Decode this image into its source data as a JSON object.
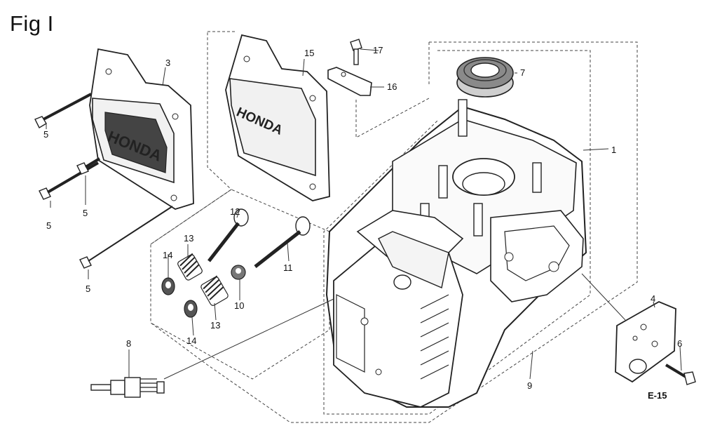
{
  "figure_title": "Fig I",
  "page_ref": "E-15",
  "brand_text": "HONDA",
  "callouts": [
    {
      "label": "1"
    },
    {
      "label": "3"
    },
    {
      "label": "4"
    },
    {
      "label": "5"
    },
    {
      "label": "5"
    },
    {
      "label": "5"
    },
    {
      "label": "5"
    },
    {
      "label": "6"
    },
    {
      "label": "7"
    },
    {
      "label": "8"
    },
    {
      "label": "9"
    },
    {
      "label": "10"
    },
    {
      "label": "11"
    },
    {
      "label": "12"
    },
    {
      "label": "13"
    },
    {
      "label": "13"
    },
    {
      "label": "14"
    },
    {
      "label": "14"
    },
    {
      "label": "15"
    },
    {
      "label": "16"
    },
    {
      "label": "17"
    }
  ]
}
